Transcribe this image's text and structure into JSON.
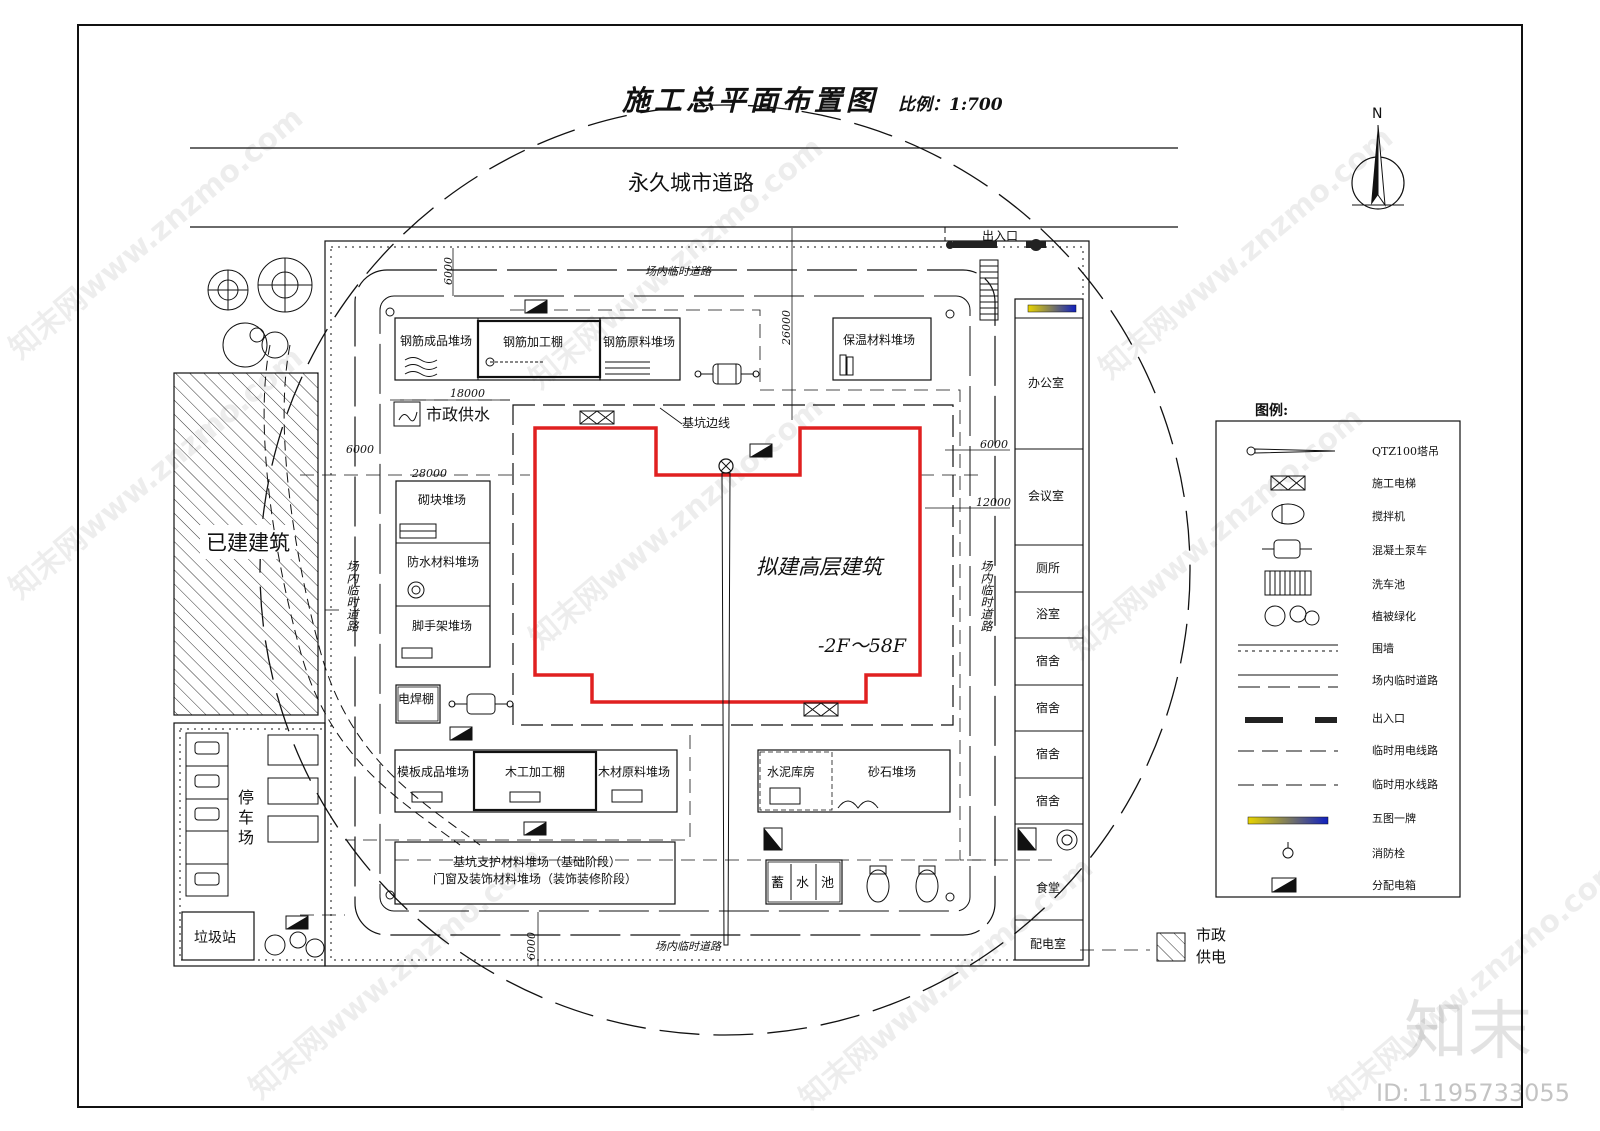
{
  "title": "施工总平面布置图",
  "scale": "比例：1:700",
  "north": "N",
  "road_main": "永久城市道路",
  "entrance": "出入口",
  "road_internal": "场内临时道路",
  "road_vertical": "场内临时道路",
  "existing_building": "已建建筑",
  "proposed_building": "拟建高层建筑",
  "floors": "-2F～58F",
  "pit_edge": "基坑边线",
  "water_supply": "市政供水",
  "power_supply_1": "市政",
  "power_supply_2": "供电",
  "dims": {
    "d6000_top": "6000",
    "d26000": "26000",
    "d18000": "18000",
    "d6000_left": "6000",
    "d28000": "28000",
    "d6000_right": "6000",
    "d12000": "12000",
    "d6000_bottom": "6000"
  },
  "yards": {
    "rebar_product": "钢筋成品堆场",
    "rebar_process": "钢筋加工棚",
    "rebar_raw": "钢筋原料堆场",
    "insulation": "保温材料堆场",
    "block": "砌块堆场",
    "waterproof": "防水材料堆场",
    "scaffold": "脚手架堆场",
    "welding": "电焊棚",
    "formwork_product": "模板成品堆场",
    "wood_process": "木工加工棚",
    "wood_raw": "木材原料堆场",
    "cement": "水泥库房",
    "sand": "砂石堆场",
    "support_1": "基坑支护材料堆场（基础阶段）",
    "support_2": "门窗及装饰材料堆场（装饰装修阶段）",
    "tank_1": "蓄",
    "tank_2": "水",
    "tank_3": "池"
  },
  "rooms": [
    "办公室",
    "会议室",
    "厕所",
    "浴室",
    "宿舍",
    "宿舍",
    "宿舍",
    "宿舍",
    "食堂",
    "配电室"
  ],
  "parking_1": "停",
  "parking_2": "车",
  "parking_3": "场",
  "garbage": "垃圾站",
  "legend": {
    "title": "图例:",
    "items": [
      "QTZ100塔吊",
      "施工电梯",
      "搅拌机",
      "混凝土泵车",
      "洗车池",
      "植被绿化",
      "围墙",
      "场内临时道路",
      "出入口",
      "临时用电线路",
      "临时用水线路",
      "五图一牌",
      "消防栓",
      "分配电箱"
    ]
  },
  "brand": "知末",
  "image_id": "ID: 1195733055",
  "watermark": "知末网www.znzmo.com",
  "colors": {
    "building_outline": "#e02020",
    "board_gradient_start": "#e8d400",
    "board_gradient_end": "#1020c0",
    "line": "#111111"
  }
}
